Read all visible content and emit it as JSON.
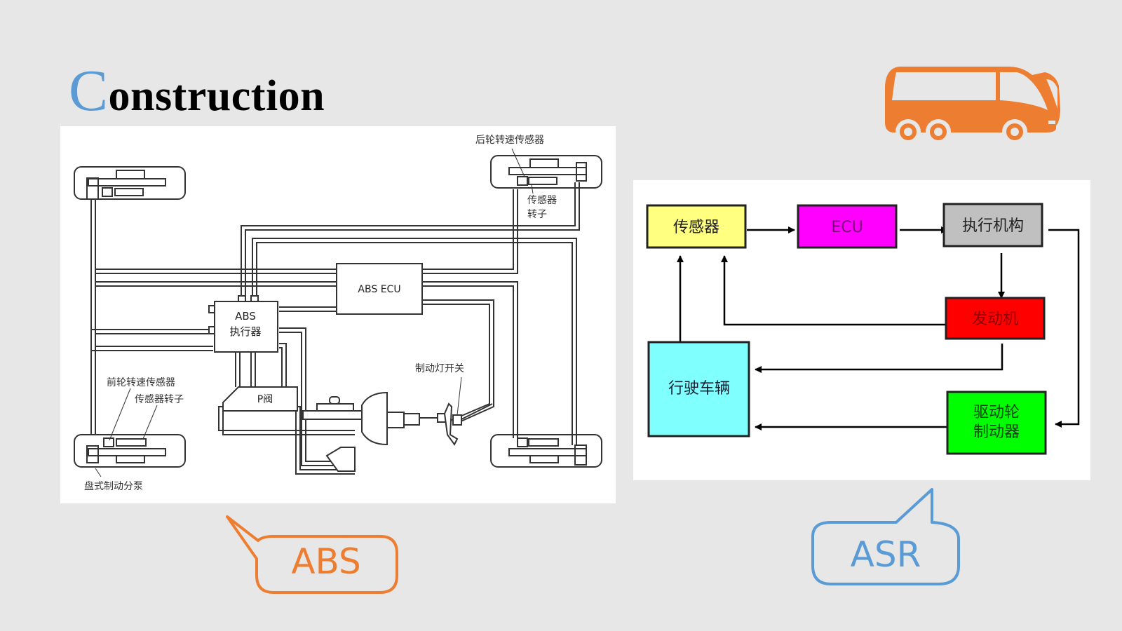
{
  "slide": {
    "title_first_letter": "C",
    "title_rest": "onstruction",
    "accent_color": "#5b9bd5",
    "icon": "bus-icon",
    "icon_color": "#ed7d31"
  },
  "abs_diagram": {
    "labels": {
      "rear_wheel_speed_sensor": "后轮转速传感器",
      "rear_sensor_rotor_line1": "传感器",
      "rear_sensor_rotor_line2": "转子",
      "ecu": "ABS  ECU",
      "actuator_line1": "ABS",
      "actuator_line2": "执行器",
      "p_valve": "P阀",
      "brake_light_switch": "制动灯开关",
      "front_wheel_speed_sensor": "前轮转速传感器",
      "front_sensor_rotor": "传感器转子",
      "disc_brake_caliper": "盘式制动分泵"
    }
  },
  "asr_diagram": {
    "nodes": [
      {
        "id": "sensor",
        "label": "传感器",
        "color": "#ffff80"
      },
      {
        "id": "ecu",
        "label": "ECU",
        "color": "#ff00ff"
      },
      {
        "id": "actuator",
        "label": "执行机构",
        "color": "#c0c0c0"
      },
      {
        "id": "engine",
        "label": "发动机",
        "color": "#ff0000"
      },
      {
        "id": "vehicle",
        "label": "行驶车辆",
        "color": "#80ffff"
      },
      {
        "id": "brake_line1",
        "label": "驱动轮",
        "color": "#00ff00"
      },
      {
        "id": "brake_line2",
        "label": "制动器",
        "color": "#00ff00"
      }
    ],
    "edges": [
      [
        "sensor",
        "ecu"
      ],
      [
        "ecu",
        "actuator"
      ],
      [
        "actuator",
        "engine"
      ],
      [
        "actuator",
        "drive_wheel_brake"
      ],
      [
        "engine",
        "sensor"
      ],
      [
        "engine",
        "vehicle"
      ],
      [
        "drive_wheel_brake",
        "vehicle"
      ],
      [
        "vehicle",
        "sensor"
      ]
    ]
  },
  "callouts": {
    "abs": {
      "label": "ABS",
      "color": "#ed7d31"
    },
    "asr": {
      "label": "ASR",
      "color": "#5b9bd5"
    }
  }
}
